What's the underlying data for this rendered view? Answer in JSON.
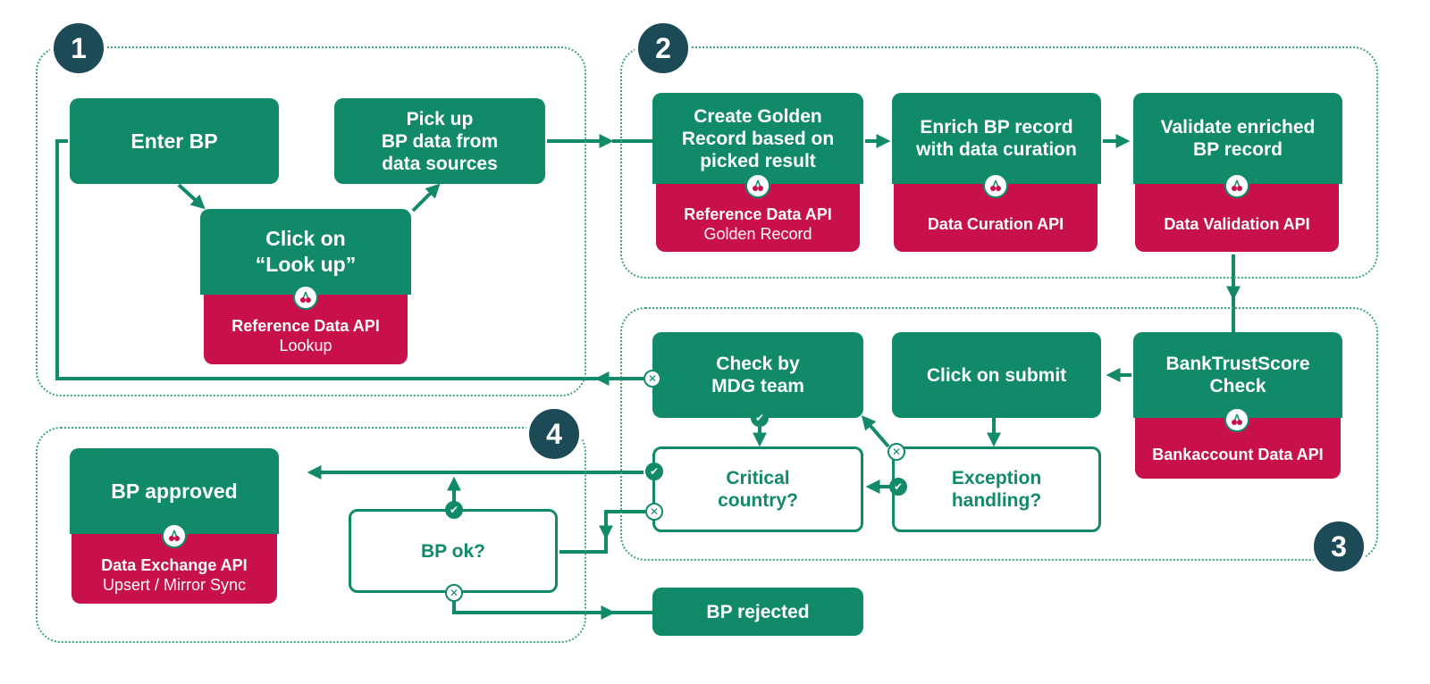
{
  "groups": {
    "g1": "1",
    "g2": "2",
    "g3": "3",
    "g4": "4"
  },
  "steps": {
    "enter_bp": "Enter BP",
    "lookup": "Click on\n“Look up”",
    "pick_up": "Pick up\nBP data from\ndata sources",
    "golden": "Create Golden\nRecord based on\npicked result",
    "enrich": "Enrich BP record\nwith data curation",
    "validate": "Validate enriched\nBP record",
    "trust": "BankTrustScore\nCheck",
    "submit": "Click on submit",
    "mdg": "Check by\nMDG team",
    "approved": "BP approved",
    "rejected": "BP rejected"
  },
  "apis": {
    "lookup": {
      "name": "Reference Data API",
      "detail": "Lookup"
    },
    "golden": {
      "name": "Reference Data API",
      "detail": "Golden Record"
    },
    "enrich": {
      "name": "Data Curation API",
      "detail": ""
    },
    "validate": {
      "name": "Data Validation API",
      "detail": ""
    },
    "trust": {
      "name": "Bankaccount Data API",
      "detail": ""
    },
    "approved": {
      "name": "Data Exchange API",
      "detail": "Upsert / Mirror Sync"
    }
  },
  "decisions": {
    "critical": "Critical\ncountry?",
    "exception": "Exception\nhandling?",
    "bp_ok": "BP ok?"
  },
  "markers": {
    "yes": "✔",
    "no": "✕"
  },
  "colors": {
    "green": "#118a6a",
    "red": "#c8114a",
    "badge": "#1c4a57",
    "dotted": "#3aa57e"
  },
  "icons": {
    "api": "cherry-icon",
    "yes": "check-icon",
    "no": "cross-icon"
  }
}
